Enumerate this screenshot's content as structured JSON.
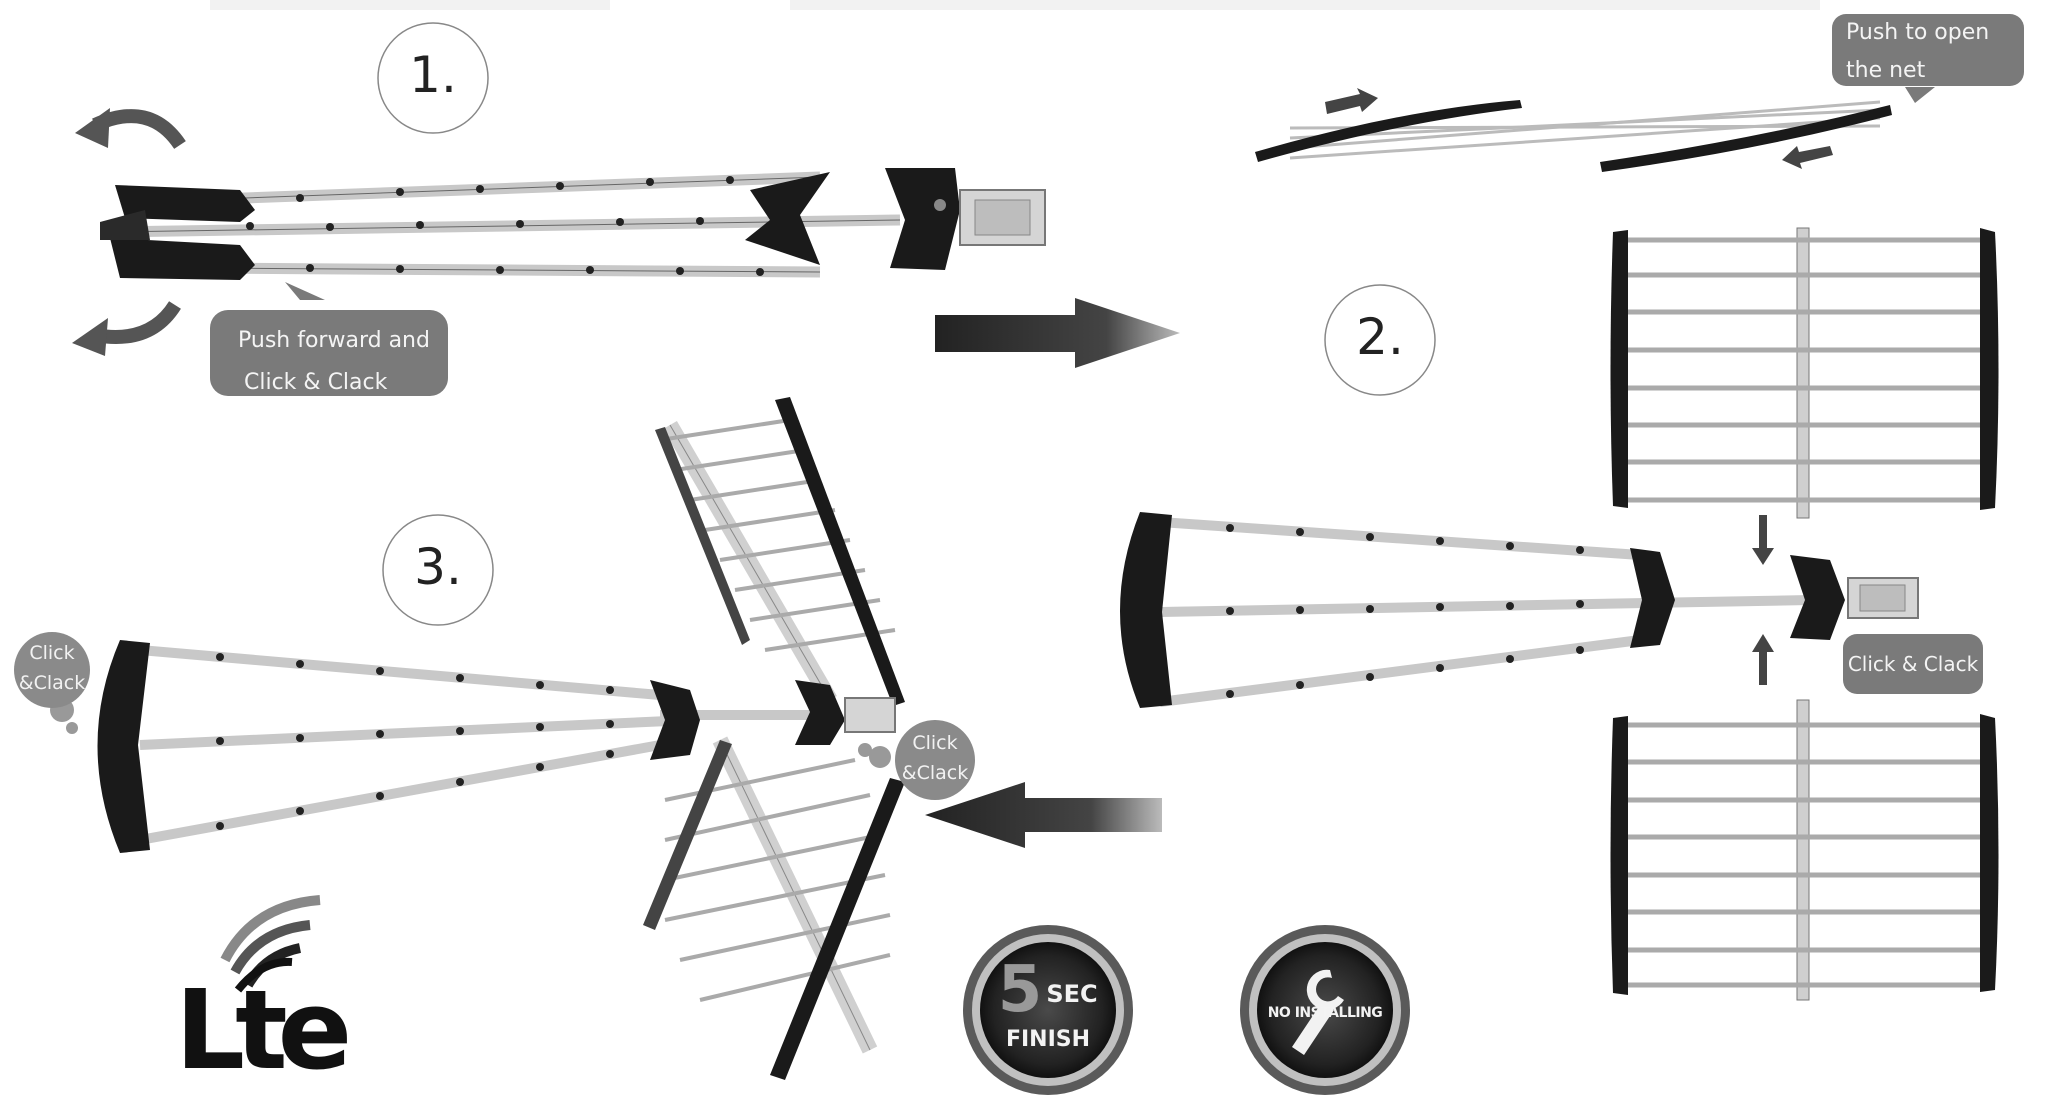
{
  "steps": [
    {
      "number": "1."
    },
    {
      "number": "2."
    },
    {
      "number": "3."
    }
  ],
  "callouts": {
    "push_forward": {
      "line1": "Push forward and",
      "line2": "Click & Clack"
    },
    "push_open": {
      "line1": "Push to open",
      "line2": "the net"
    },
    "click_clack_right": {
      "text": "Click & Clack"
    },
    "click_clack_left": {
      "line1": "Click",
      "line2": "&Clack"
    },
    "click_clack_mid": {
      "line1": "Click",
      "line2": "&Clack"
    }
  },
  "badges": {
    "five_sec": {
      "digit": "5",
      "unit": "SEC",
      "caption": "FINISH"
    },
    "no_installing": {
      "caption": "NO INSTALLING"
    }
  },
  "logo": {
    "text": "Lte"
  },
  "colors": {
    "dark": "#1a1a1a",
    "metal": "#c8c8c8",
    "callout": "#7a7a7a",
    "arrow": "#444444"
  }
}
